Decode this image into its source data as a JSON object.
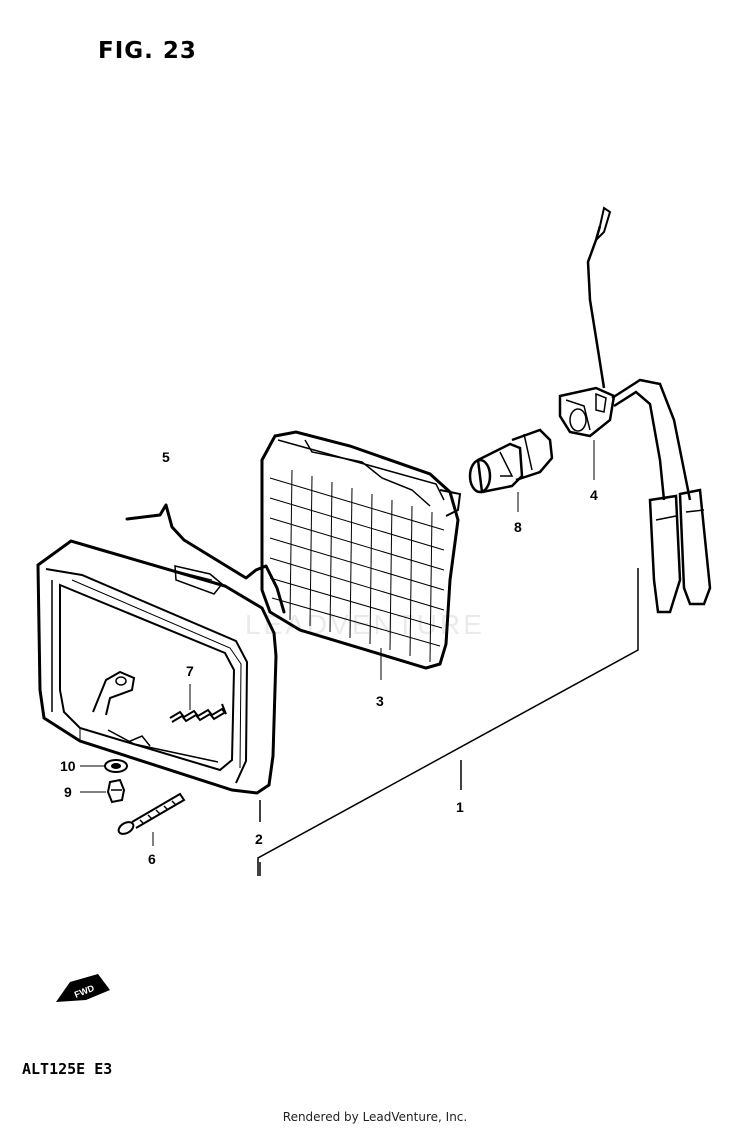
{
  "figure": {
    "title": "FIG. 23"
  },
  "model": "ALT125E E3",
  "footer": "Rendered by LeadVenture, Inc.",
  "watermark": "LEADVENTURE",
  "direction_badge": "FWD",
  "callouts": [
    {
      "id": "1",
      "label": "1"
    },
    {
      "id": "2",
      "label": "2"
    },
    {
      "id": "3",
      "label": "3"
    },
    {
      "id": "4",
      "label": "4"
    },
    {
      "id": "5",
      "label": "5"
    },
    {
      "id": "6",
      "label": "6"
    },
    {
      "id": "7",
      "label": "7"
    },
    {
      "id": "8",
      "label": "8"
    },
    {
      "id": "9",
      "label": "9"
    },
    {
      "id": "10",
      "label": "10"
    }
  ]
}
